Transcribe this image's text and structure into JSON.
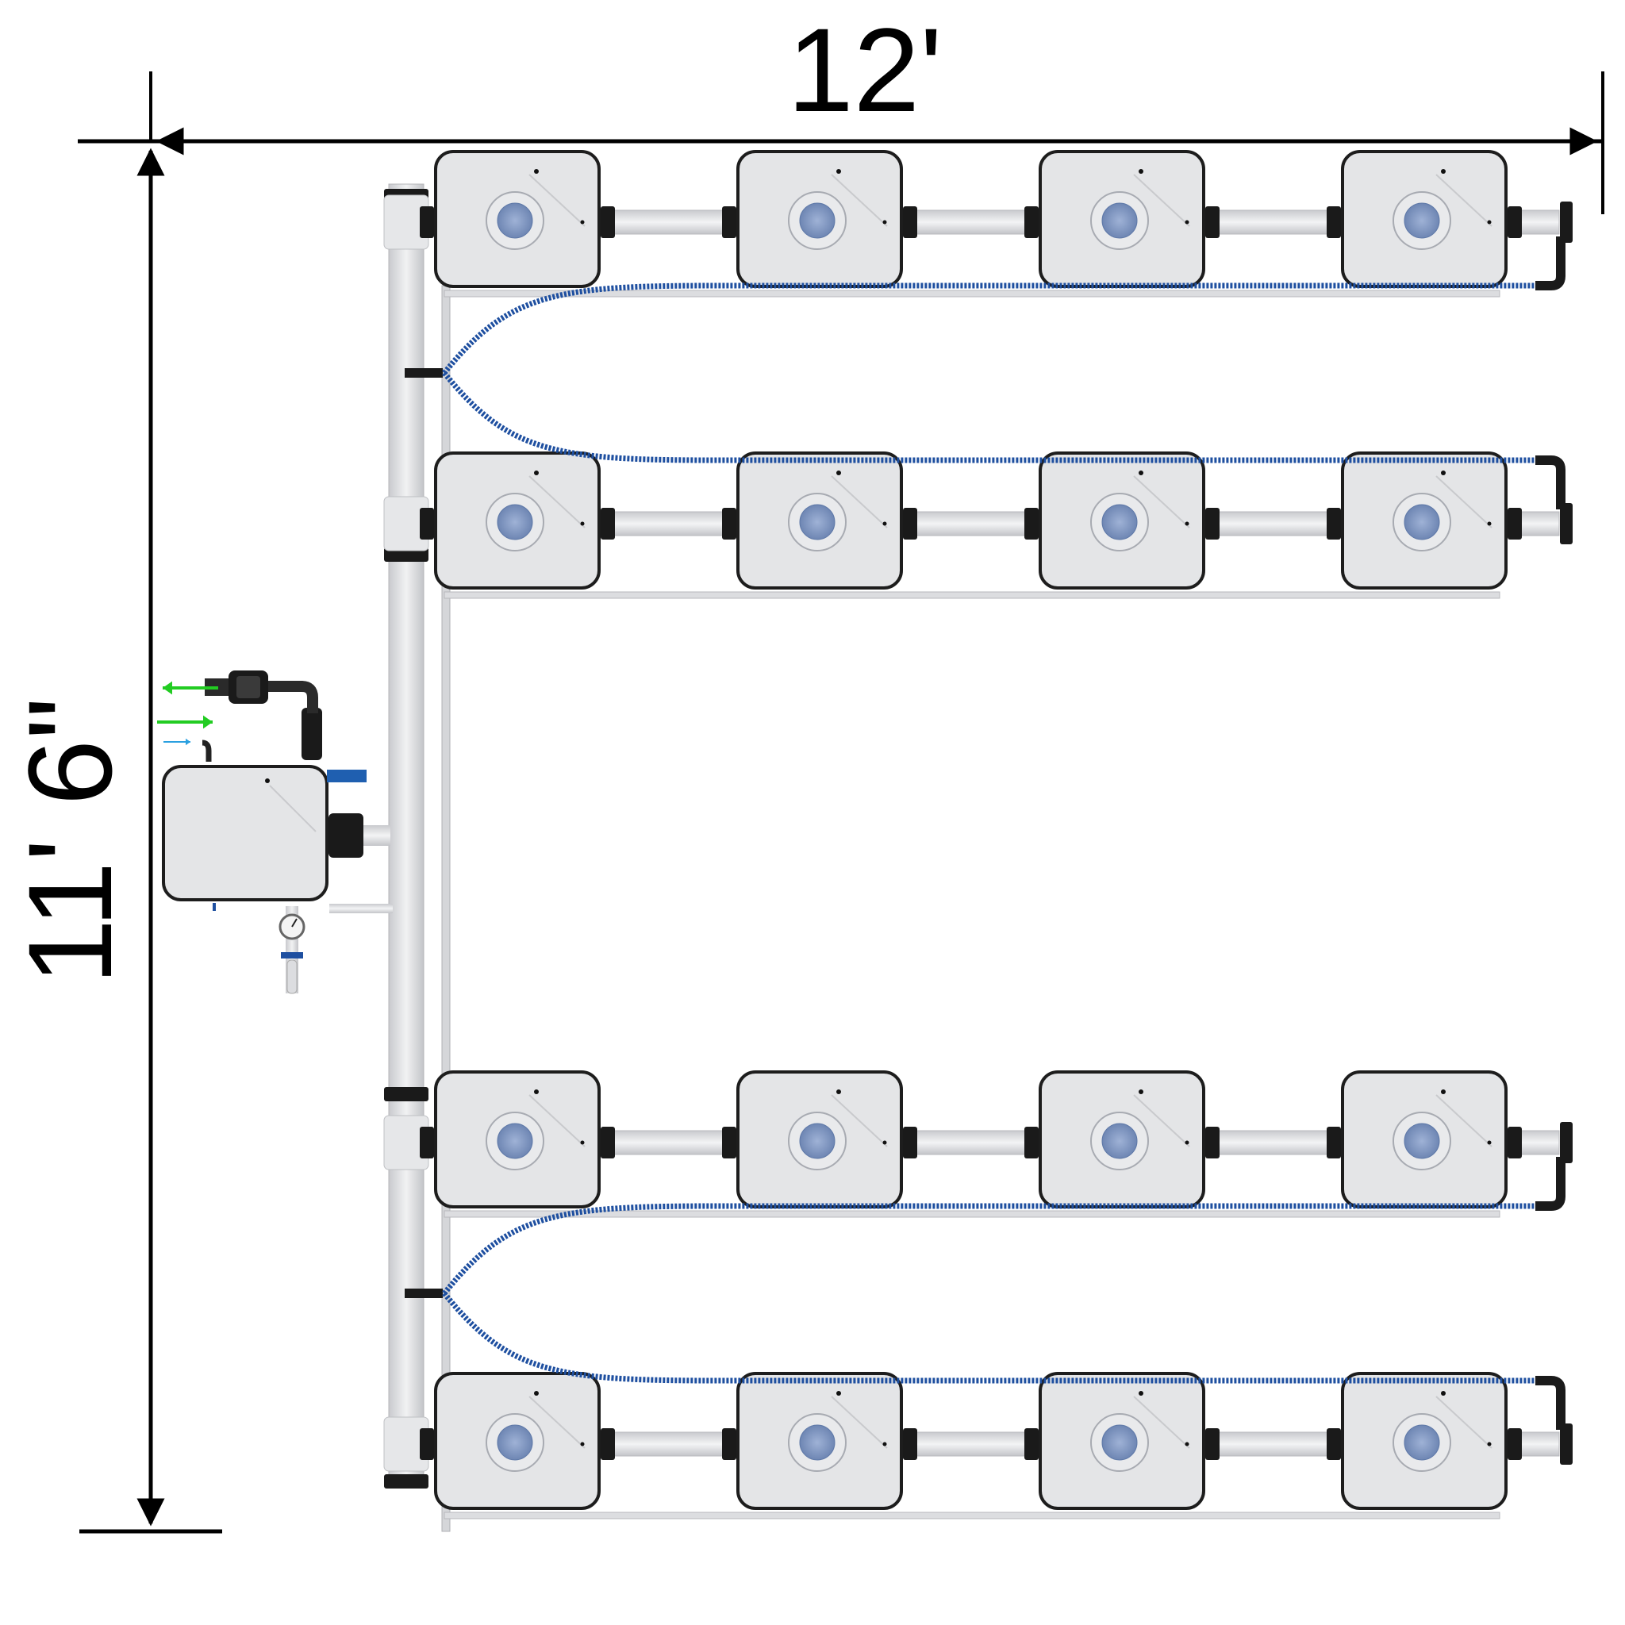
{
  "dimensions": {
    "width_label": "12'",
    "height_label": "11' 6\""
  },
  "layout": {
    "rows": 4,
    "pots_per_row": 4,
    "total_grow_pots": 16,
    "control_reservoir": 1
  },
  "colors": {
    "pot_fill": "#e4e5e7",
    "pot_outline": "#1d1d1d",
    "pipe": "#dcdde0",
    "hose": "#1e4fa0",
    "fitting": "#1a1a1a",
    "site_cap": "#7f97c2",
    "arrow_green": "#22cc22",
    "arrow_blue": "#2aa0e0"
  },
  "icons": {
    "flow_out": "arrow-left-icon",
    "flow_in": "arrow-right-icon",
    "water_in": "small-arrow-right-icon",
    "gauge": "pressure-gauge-icon"
  }
}
